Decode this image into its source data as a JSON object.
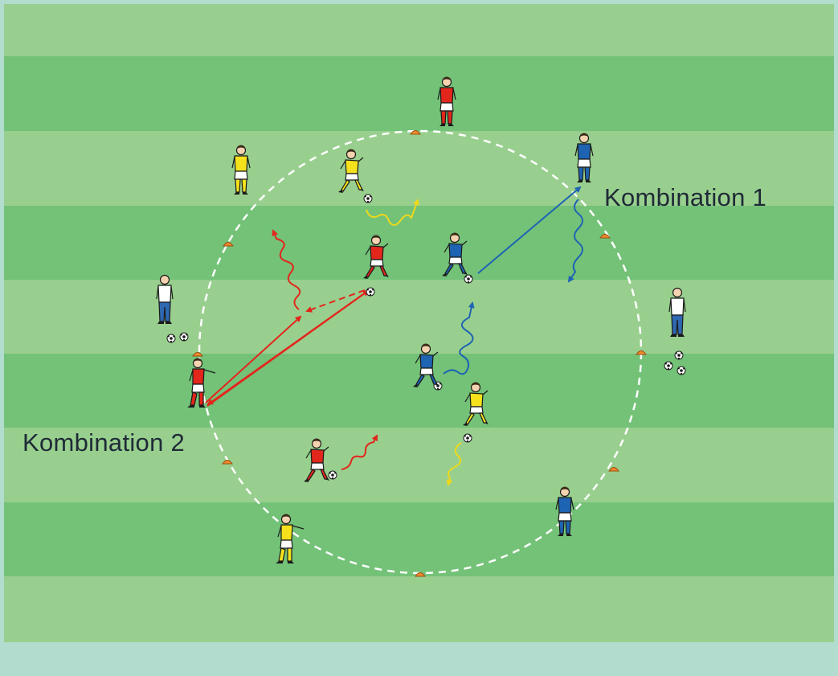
{
  "labels": {
    "combination_1": "Kombination 1",
    "combination_2": "Kombination 2"
  },
  "colors": {
    "frame": "#b2dccd",
    "stripe_light": "#98cf8e",
    "stripe_dark": "#73c278",
    "circle": "#ffffff",
    "cone": "#f08a2c",
    "team_red": "#e3261c",
    "team_blue": "#1f63b3",
    "team_yellow": "#f5e21c",
    "neutral_shirt": "#ffffff",
    "neutral_pants": "#2f67b0",
    "arrow_red": "#e3261c",
    "arrow_blue": "#1f63b3",
    "arrow_yellow": "#f0d81a"
  },
  "players": [
    {
      "team": "red",
      "facing": "front"
    },
    {
      "team": "yellow",
      "facing": "front"
    },
    {
      "team": "blue",
      "facing": "front"
    },
    {
      "team": "yellow",
      "facing": "dribble"
    },
    {
      "team": "red",
      "facing": "dribble"
    },
    {
      "team": "blue",
      "facing": "dribble"
    },
    {
      "team": "neutral",
      "facing": "front"
    },
    {
      "team": "neutral",
      "facing": "front"
    },
    {
      "team": "red",
      "facing": "side"
    },
    {
      "team": "blue",
      "facing": "dribble"
    },
    {
      "team": "yellow",
      "facing": "dribble"
    },
    {
      "team": "red",
      "facing": "dribble"
    },
    {
      "team": "yellow",
      "facing": "side"
    },
    {
      "team": "blue",
      "facing": "front"
    }
  ],
  "icons": {
    "player": "player-icon",
    "ball": "ball-icon",
    "cone": "cone-icon"
  }
}
